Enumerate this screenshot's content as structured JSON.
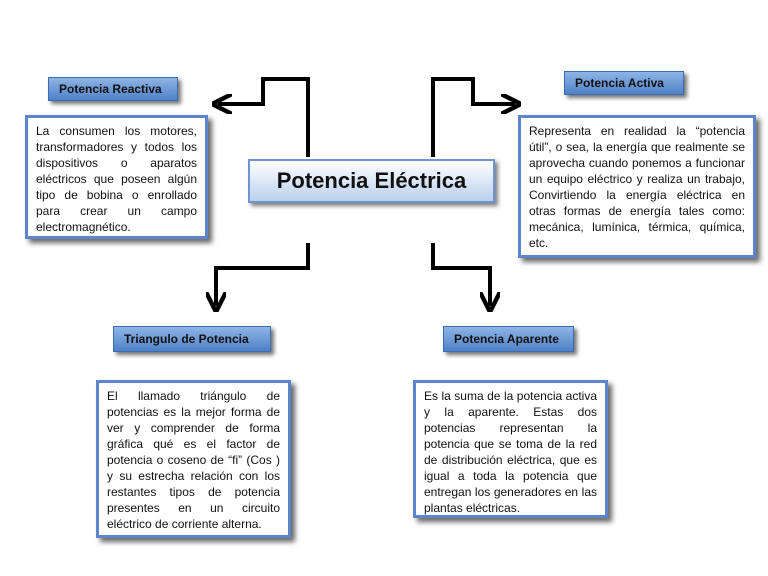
{
  "center": {
    "title": "Potencia Eléctrica"
  },
  "nodes": {
    "reactiva": {
      "label": "Potencia Reactiva",
      "text": "La consumen los motores, transformadores y todos los dispositivos o aparatos eléctricos que poseen algún tipo de bobina o enrollado para crear un campo electromagnético."
    },
    "activa": {
      "label": "Potencia Activa",
      "text": "Representa en realidad la “potencia útil”, o sea, la energía que realmente se aprovecha cuando ponemos a funcionar un equipo eléctrico y realiza un trabajo, Convirtiendo la energía eléctrica en otras formas de energía tales como: mecánica, lumínica, térmica, química, etc."
    },
    "triangulo": {
      "label": "Triangulo de Potencia",
      "text": "El llamado triángulo de potencias es la mejor forma de ver y comprender de forma gráfica qué es el factor de potencia o coseno de “fi” (Cos ) y su estrecha relación con los restantes tipos de potencia presentes en un circuito eléctrico de corriente alterna."
    },
    "aparente": {
      "label": "Potencia Aparente",
      "text": "Es la suma de la potencia activa y la aparente. Estas dos potencias representan la potencia que se toma de la red de distribución eléctrica, que es igual a toda la potencia que entregan los generadores en las plantas eléctricas."
    }
  },
  "colors": {
    "label_fill": "#4f81c7",
    "box_border": "#5b86c8",
    "connector": "#000000"
  }
}
